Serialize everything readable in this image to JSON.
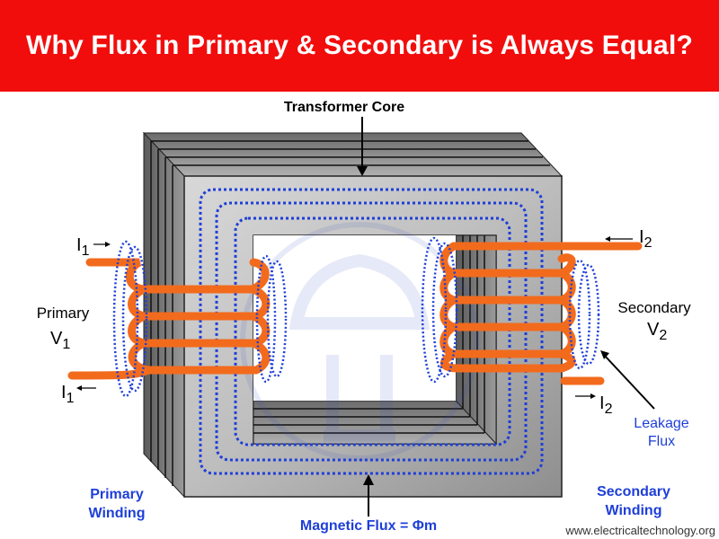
{
  "title": "Why Flux in Primary & Secondary is Always Equal?",
  "labels": {
    "core": "Transformer Core",
    "i1": "I",
    "i1_sub": "1",
    "i2": "I",
    "i2_sub": "2",
    "primary": "Primary",
    "v1": "V",
    "v1_sub": "1",
    "secondary": "Secondary",
    "v2": "V",
    "v2_sub": "2",
    "leakage_1": "Leakage",
    "leakage_2": "Flux",
    "primary_winding_1": "Primary",
    "primary_winding_2": "Winding",
    "secondary_winding_1": "Secondary",
    "secondary_winding_2": "Winding",
    "magnetic_flux": "Magnetic Flux = Φm",
    "website": "www.electricaltechnology.org"
  },
  "colors": {
    "banner": "#f20d0d",
    "title_text": "#ffffff",
    "winding": "#f26b1d",
    "flux": "#1e3fd8",
    "label_blue": "#1e3fd8",
    "core_front": "#a9a9a9",
    "core_side": "#777777"
  }
}
